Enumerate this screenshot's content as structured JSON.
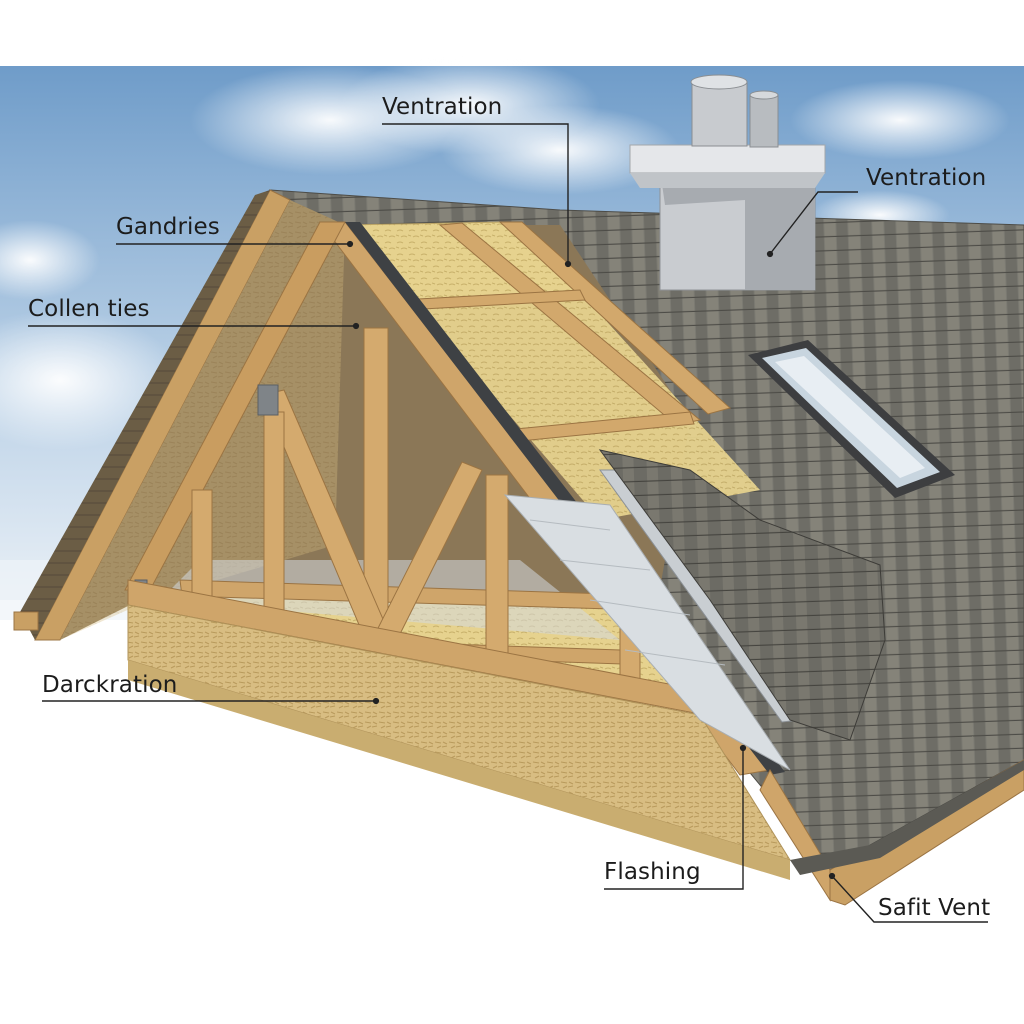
{
  "labels": {
    "ventilation_top": "Ventration",
    "ventilation_right": "Ventration",
    "gables": "Gandries",
    "collar_ties": "Collen ties",
    "decking": "Darckration",
    "flashing": "Flashing",
    "soffit_vent": "Safit Vent"
  },
  "colors": {
    "sky_top": "#6f9cc9",
    "sky_bottom": "#dfe9f3",
    "shingle": "#7b7a72",
    "shingle_dark": "#55544e",
    "lumber": "#c9a064",
    "lumber_dark": "#9b7443",
    "osb": "#d8bd82",
    "insulation": "#e6d28e",
    "chimney": "#d6d9dc",
    "leader_line": "#222222"
  },
  "icons": [
    "chimney-icon",
    "skylight-icon"
  ]
}
